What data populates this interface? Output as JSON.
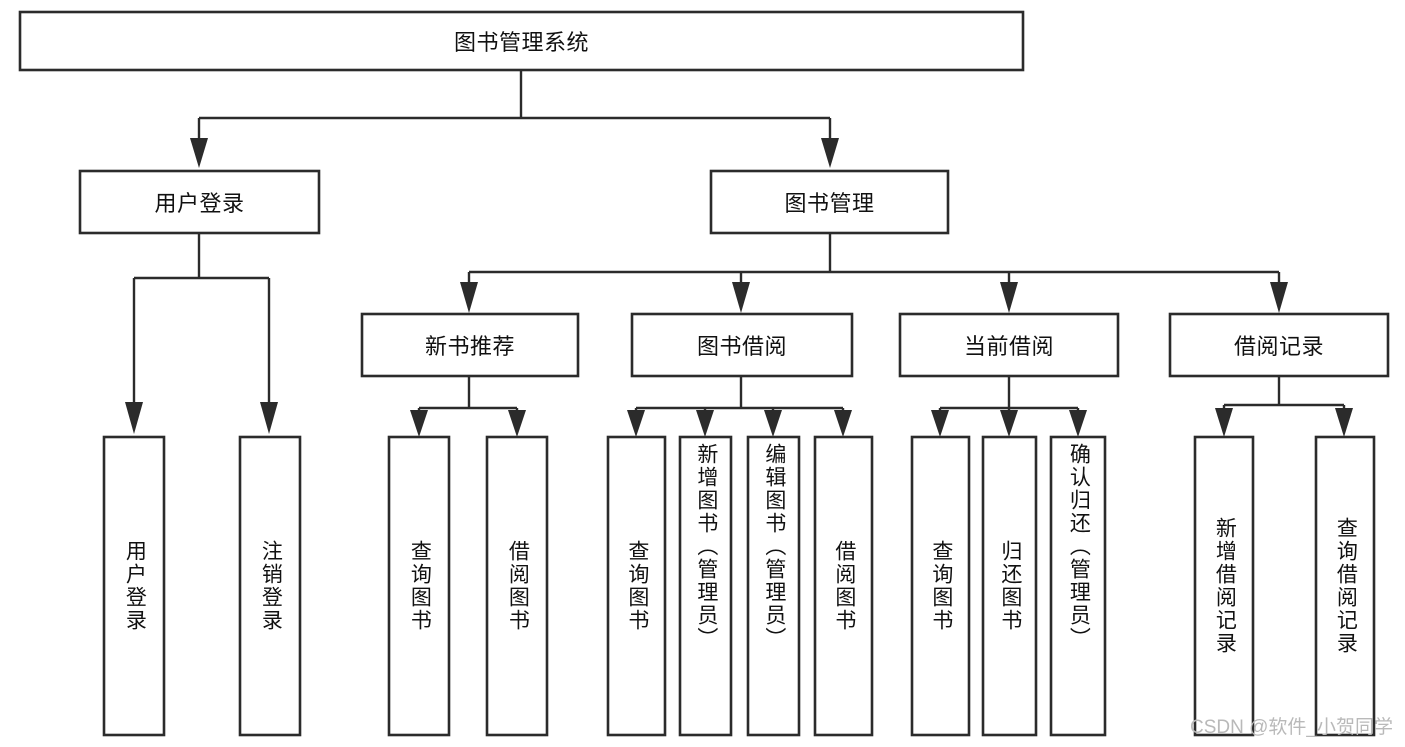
{
  "diagram": {
    "type": "tree",
    "title": "图书管理系统",
    "orientation": "top-down",
    "colors": {
      "box_fill": "#ffffff",
      "box_stroke": "#2b2b2b",
      "text": "#111111",
      "background": "#ffffff",
      "watermark": "#b9b9b9"
    },
    "root": {
      "label": "图书管理系统"
    },
    "level2": [
      {
        "label": "用户登录"
      },
      {
        "label": "图书管理"
      }
    ],
    "level3": [
      {
        "label": "新书推荐"
      },
      {
        "label": "图书借阅"
      },
      {
        "label": "当前借阅"
      },
      {
        "label": "借阅记录"
      }
    ],
    "leaves": {
      "user_login": [
        {
          "label": "用户登录"
        },
        {
          "label": "注销登录"
        }
      ],
      "new_book_recommend": [
        {
          "label": "查询图书"
        },
        {
          "label": "借阅图书"
        }
      ],
      "book_borrow": [
        {
          "label": "查询图书"
        },
        {
          "label": "新增图书（管理员）"
        },
        {
          "label": "编辑图书（管理员）"
        },
        {
          "label": "借阅图书"
        }
      ],
      "current_borrow": [
        {
          "label": "查询图书"
        },
        {
          "label": "归还图书"
        },
        {
          "label": "确认归还（管理员）"
        }
      ],
      "borrow_record": [
        {
          "label": "新增借阅记录"
        },
        {
          "label": "查询借阅记录"
        }
      ]
    }
  },
  "watermark": {
    "text": "CSDN @软件_小贺同学"
  }
}
